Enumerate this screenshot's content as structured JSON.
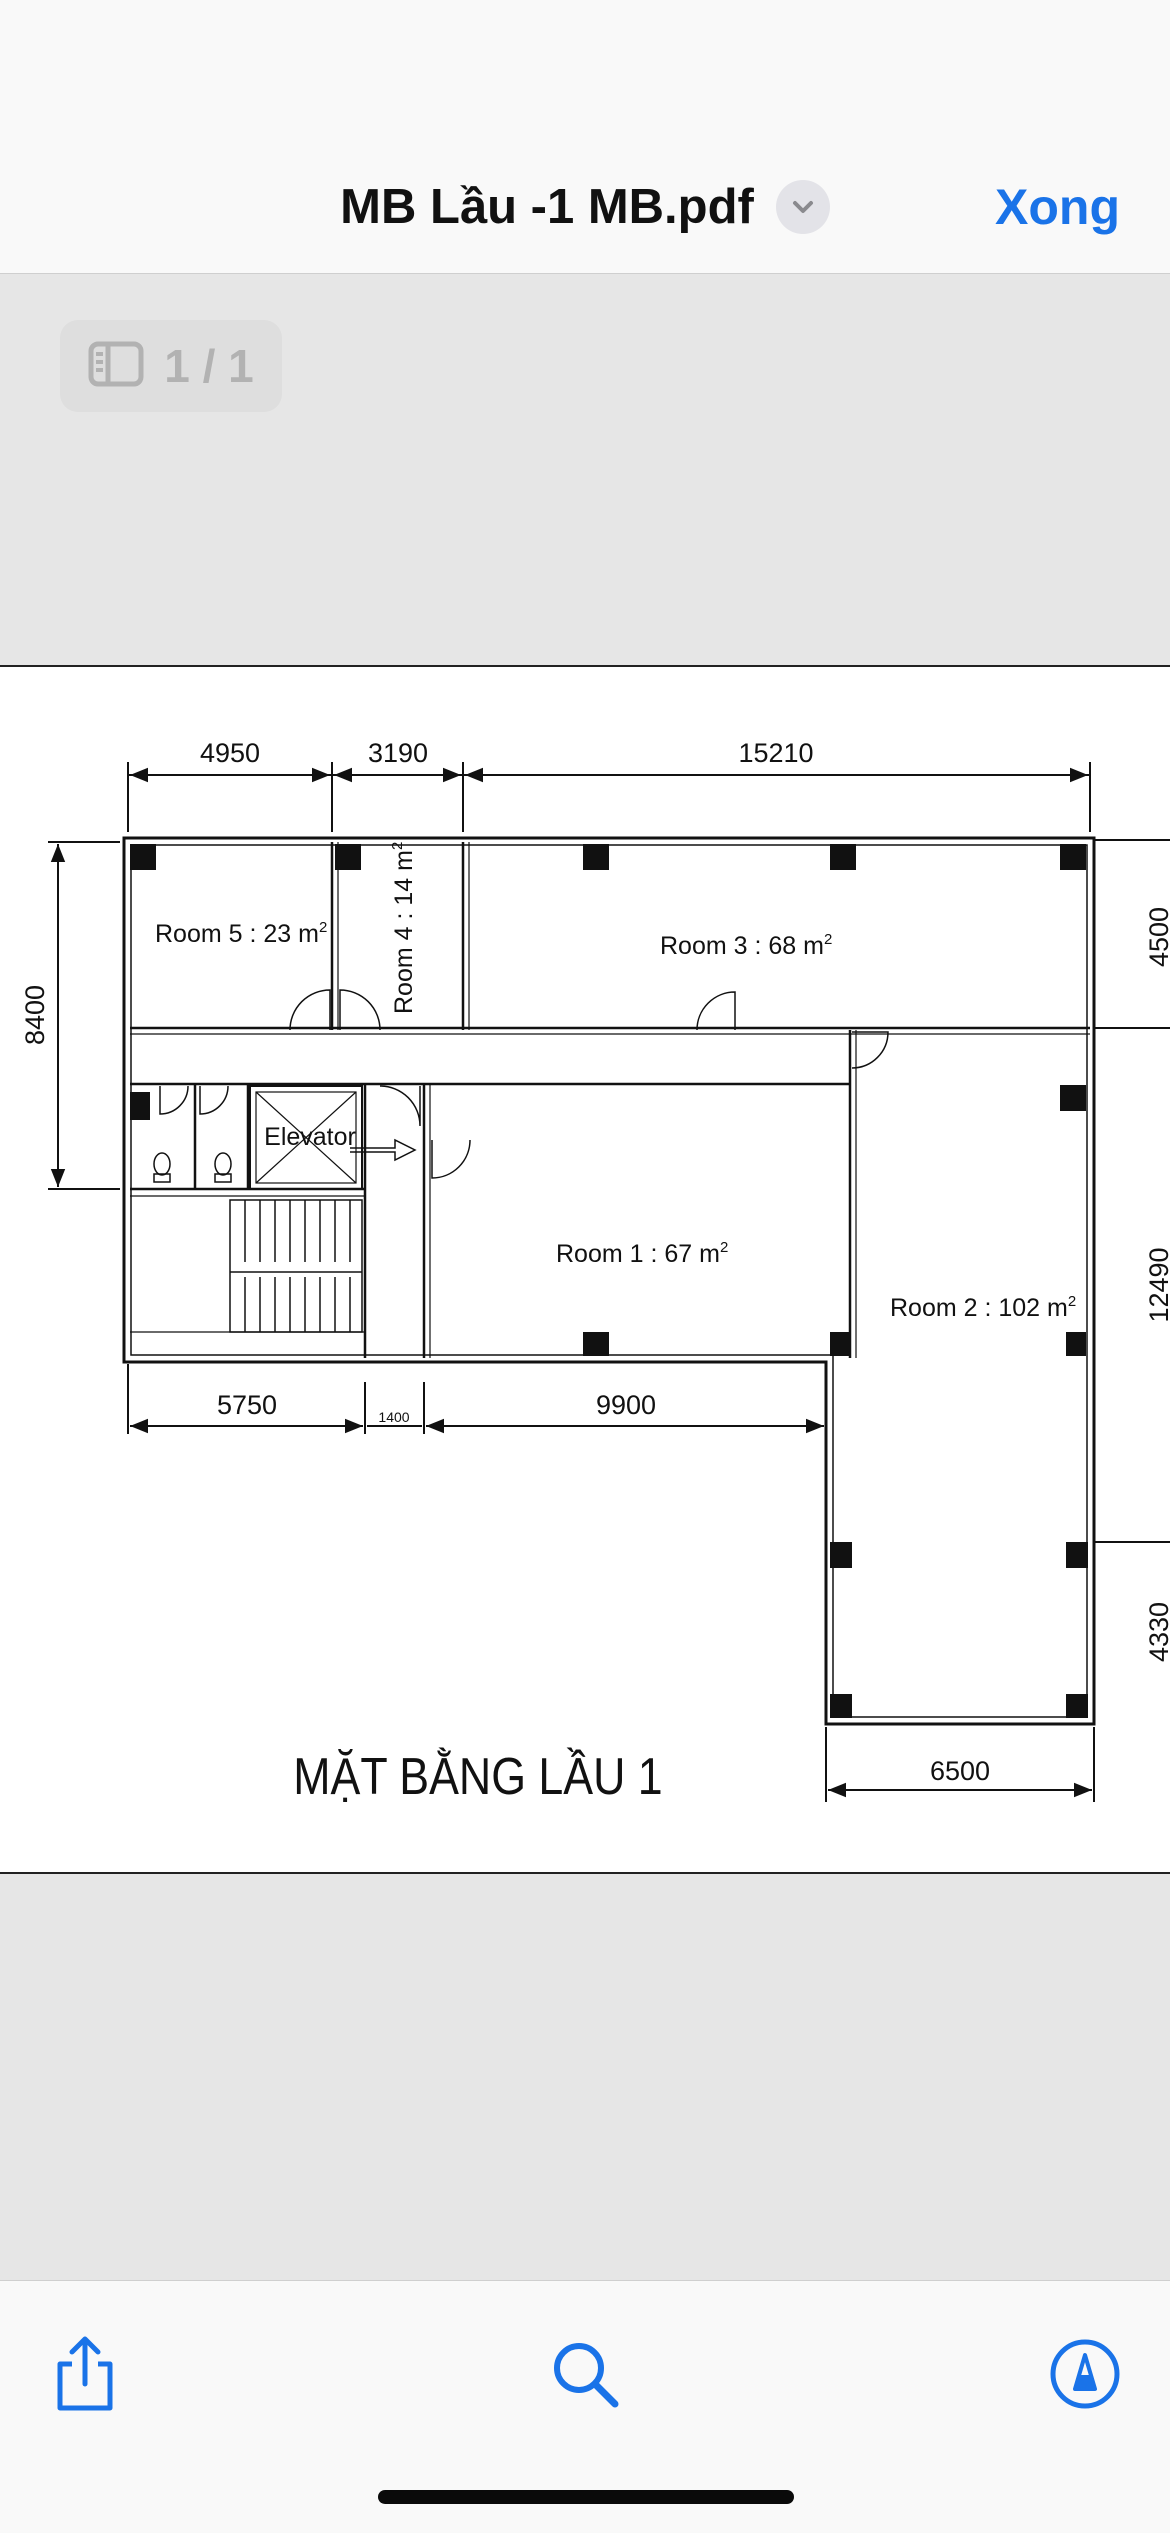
{
  "nav": {
    "title": "MB Lầu -1 MB.pdf",
    "done_label": "Xong",
    "page_indicator": "1 / 1"
  },
  "drawing": {
    "title": "MẶT BẰNG LẦU 1",
    "dim_top": [
      "4950",
      "3190",
      "15210"
    ],
    "dim_left": "8400",
    "dim_bottom": [
      "5750",
      "1400",
      "9900"
    ],
    "dim_right": [
      "4500",
      "12490",
      "4330"
    ],
    "dim_bottom_right": "6500",
    "rooms": {
      "room5": "Room 5 : 23 m",
      "room4": "Room 4 : 14 m",
      "room3": "Room 3 : 68 m",
      "room1": "Room 1  : 67 m",
      "room2": "Room 2 : 102 m",
      "elevator": "Elevator",
      "sup": "2"
    }
  },
  "toolbar": {
    "share": "share-icon",
    "search": "search-icon",
    "markup": "markup-icon"
  },
  "colors": {
    "accent": "#1a73e8",
    "background": "#e6e6e6",
    "bar": "#f9f9f9"
  }
}
